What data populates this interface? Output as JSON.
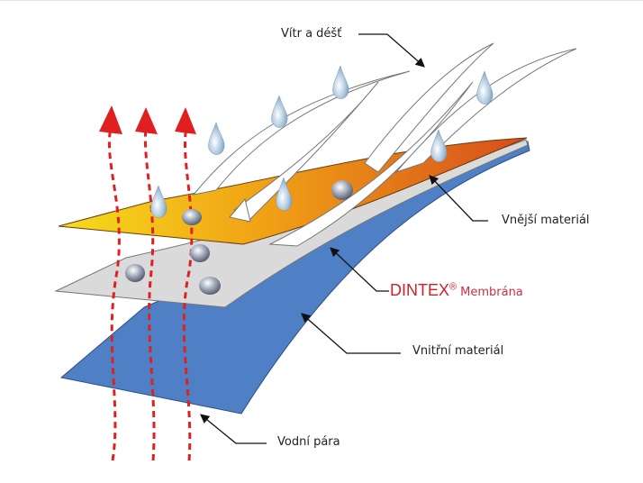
{
  "labels": {
    "wind_rain": "Vítr a déšť",
    "outer_material": "Vnější materiál",
    "membrane_brand": "DINTEX",
    "membrane_reg": "®",
    "membrane_word": "Membrána",
    "inner_material": "Vnitřní materiál",
    "water_vapor": "Vodní pára"
  },
  "colors": {
    "outer_start": "#f5d21a",
    "outer_end": "#d8501a",
    "membrane": "#d9d9d9",
    "inner": "#4f7fc4",
    "vapor_arrows": "#e02020",
    "brand": "#d0202a"
  }
}
